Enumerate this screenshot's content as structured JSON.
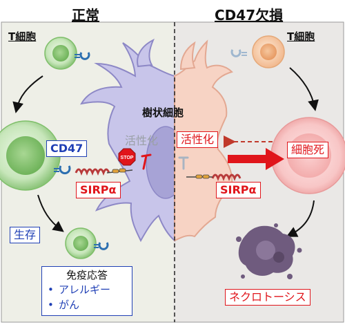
{
  "panels": {
    "left_title": "正常",
    "right_title": "CD47欠損"
  },
  "labels": {
    "t_cell_left": "T細胞",
    "t_cell_right": "T細胞",
    "dendritic_cell": "樹状細胞",
    "cd47": "CD47",
    "sirpa_left": "SIRPα",
    "sirpa_right": "SIRPα",
    "activation_left": "活性化",
    "activation_right": "活性化",
    "cell_death": "細胞死",
    "survival": "生存",
    "necroptosis": "ネクロトーシス",
    "stop_sign": "STOP"
  },
  "immune_response": {
    "heading": "免疫応答",
    "bullet": "•",
    "items": [
      "アレルギー",
      "がん"
    ]
  },
  "colors": {
    "left_bg": "#eeefe7",
    "right_bg": "#eae8e6",
    "dc_purple": "#c5c3e8",
    "dc_peach": "#f7d3c4",
    "tcell_green": "#b8dfa9",
    "tcell_pink": "#f6c2c2",
    "blue_text": "#1f3fb5",
    "red_text": "#e0151b"
  }
}
